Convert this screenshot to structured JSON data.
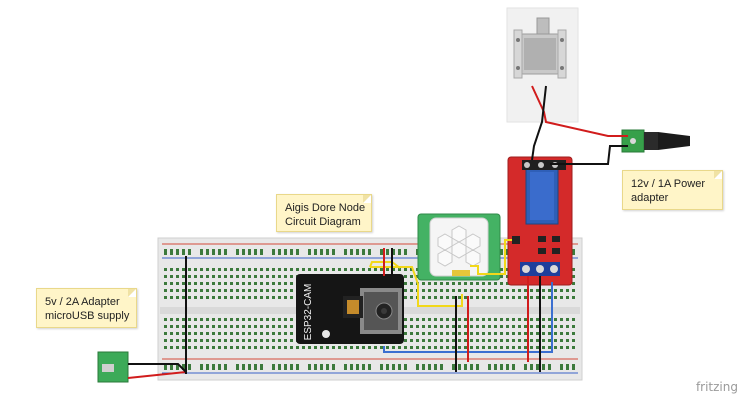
{
  "notes": {
    "title_line1": "Aigis Dore Node",
    "title_line2": "Circuit Diagram",
    "power12_line1": "12v / 1A Power",
    "power12_line2": "adapter",
    "power5_line1": "5v / 2A Adapter",
    "power5_line2": "microUSB supply"
  },
  "components": {
    "esp32_label": "ESP32-CAM"
  },
  "brand": "fritzing",
  "colors": {
    "breadboard": "#e9e9e9",
    "rail_red": "#d44a3a",
    "rail_blue": "#3a62c9",
    "wire_red": "#d11c1c",
    "wire_black": "#111111",
    "wire_yellow": "#f2d81a",
    "wire_blue": "#3b6fd0",
    "relay_board": "#d42a2a",
    "pir_board": "#44b264",
    "note_bg": "#fff5c8"
  }
}
